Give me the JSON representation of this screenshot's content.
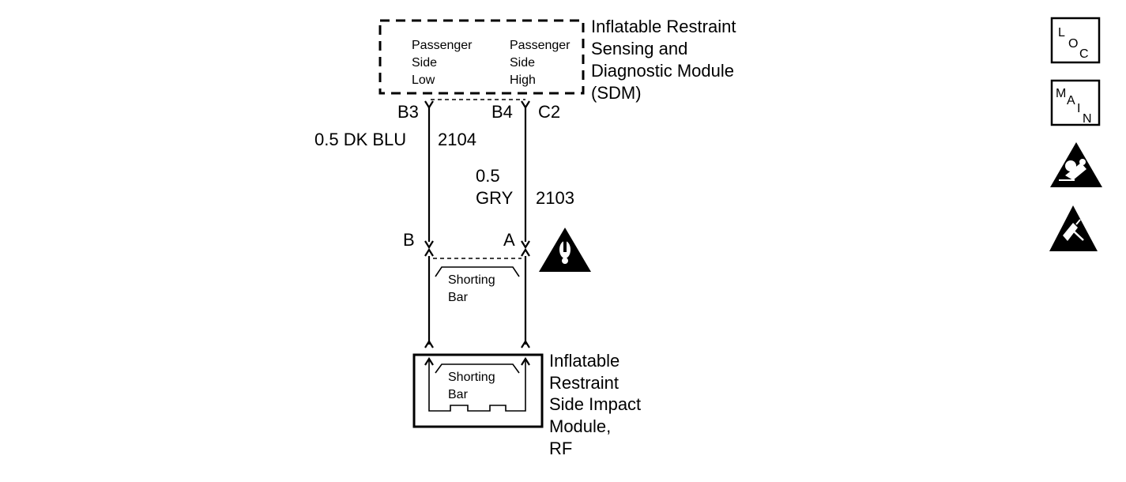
{
  "sdm": {
    "title_lines": [
      "Inflatable Restraint",
      "Sensing and",
      "Diagnostic Module",
      "(SDM)"
    ],
    "low_label_lines": [
      "Passenger",
      "Side",
      "Low"
    ],
    "high_label_lines": [
      "Passenger",
      "Side",
      "High"
    ],
    "pins": {
      "b3": "B3",
      "b4": "B4",
      "c2": "C2"
    }
  },
  "wires": {
    "left": {
      "spec": "0.5 DK BLU",
      "circuit": "2104"
    },
    "right": {
      "gauge": "0.5",
      "color": "GRY",
      "circuit": "2103"
    }
  },
  "connector": {
    "pin_b": "B",
    "pin_a": "A",
    "shorting_bar_lines": [
      "Shorting",
      "Bar"
    ]
  },
  "side_module": {
    "title_lines": [
      "Inflatable",
      "Restraint",
      "Side Impact",
      "Module,",
      "RF"
    ],
    "shorting_bar_lines": [
      "Shorting",
      "Bar"
    ]
  },
  "side_icons": [
    {
      "name": "loc-icon",
      "letters": [
        "L",
        "O",
        "C"
      ]
    },
    {
      "name": "main-icon",
      "letters": [
        "M",
        "A",
        "I",
        "N"
      ]
    },
    {
      "name": "airbag-warning-icon"
    },
    {
      "name": "esd-warning-icon"
    }
  ],
  "colors": {
    "ink": "#000000",
    "paper": "#ffffff"
  }
}
